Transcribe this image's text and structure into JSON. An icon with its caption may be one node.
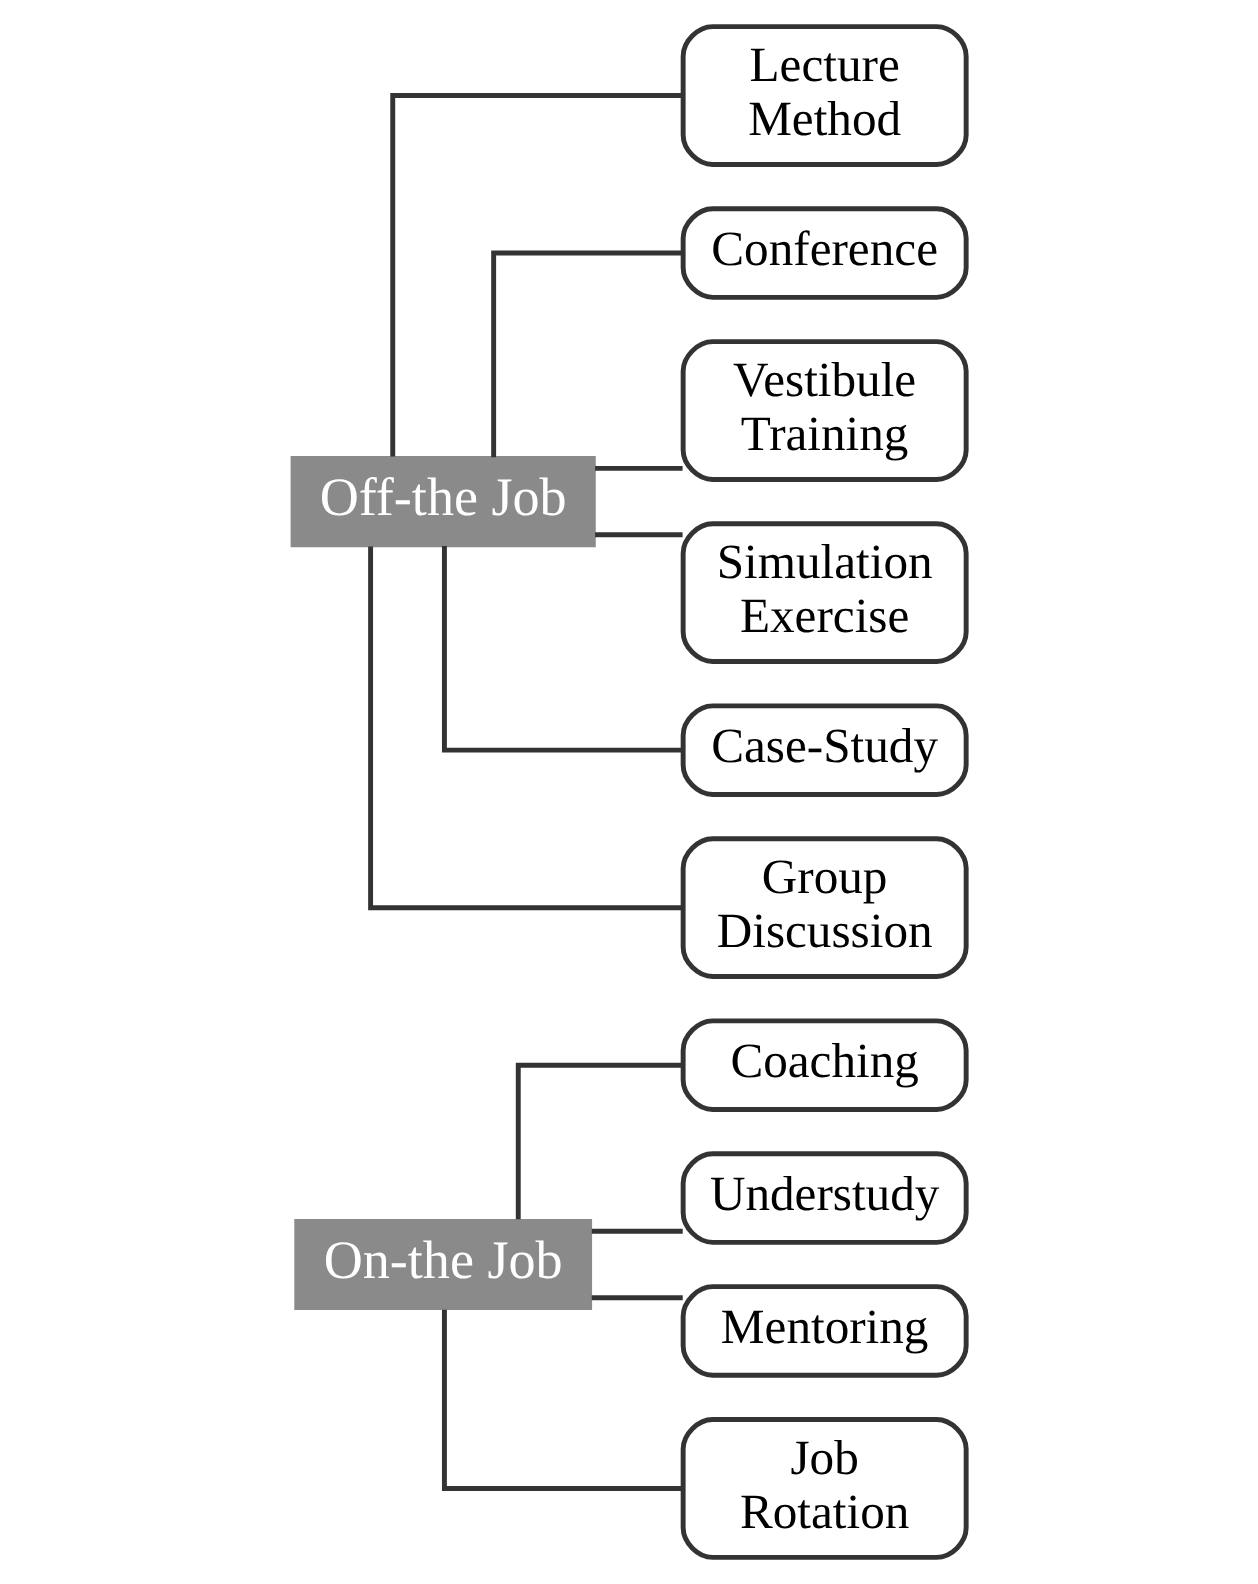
{
  "diagram": {
    "nodes": [
      {
        "text": [
          "On-the Job"
        ]
      },
      {
        "text": [
          "Coaching"
        ]
      },
      {
        "text": [
          "Understudy"
        ]
      },
      {
        "text": [
          "Mentoring"
        ]
      },
      {
        "text": [
          "Job Rotation"
        ]
      },
      {
        "text": [
          "Off-the Job"
        ]
      },
      {
        "text": [
          "Lecture Method"
        ]
      },
      {
        "text": [
          "Conference"
        ]
      },
      {
        "text": [
          "Vestibule Training"
        ]
      },
      {
        "text": [
          "Simulation Exercise"
        ]
      },
      {
        "text": [
          "Case-Study"
        ]
      },
      {
        "text": [
          "Group Discussion"
        ]
      }
    ],
    "edges": [
      {
        "from": 0,
        "to": 1,
        "arrow": "none"
      },
      {
        "from": 0,
        "to": 2,
        "arrow": "none"
      },
      {
        "from": 0,
        "to": 3,
        "arrow": "none"
      },
      {
        "from": 0,
        "to": 4,
        "arrow": "none"
      },
      {
        "from": 5,
        "to": 6,
        "arrow": "none"
      },
      {
        "from": 5,
        "to": 7,
        "arrow": "none"
      },
      {
        "from": 5,
        "to": 8,
        "arrow": "none"
      },
      {
        "from": 5,
        "to": 9,
        "arrow": "none"
      },
      {
        "from": 5,
        "to": 10,
        "arrow": "none"
      },
      {
        "from": 5,
        "to": 11,
        "arrow": "none"
      }
    ]
  }
}
